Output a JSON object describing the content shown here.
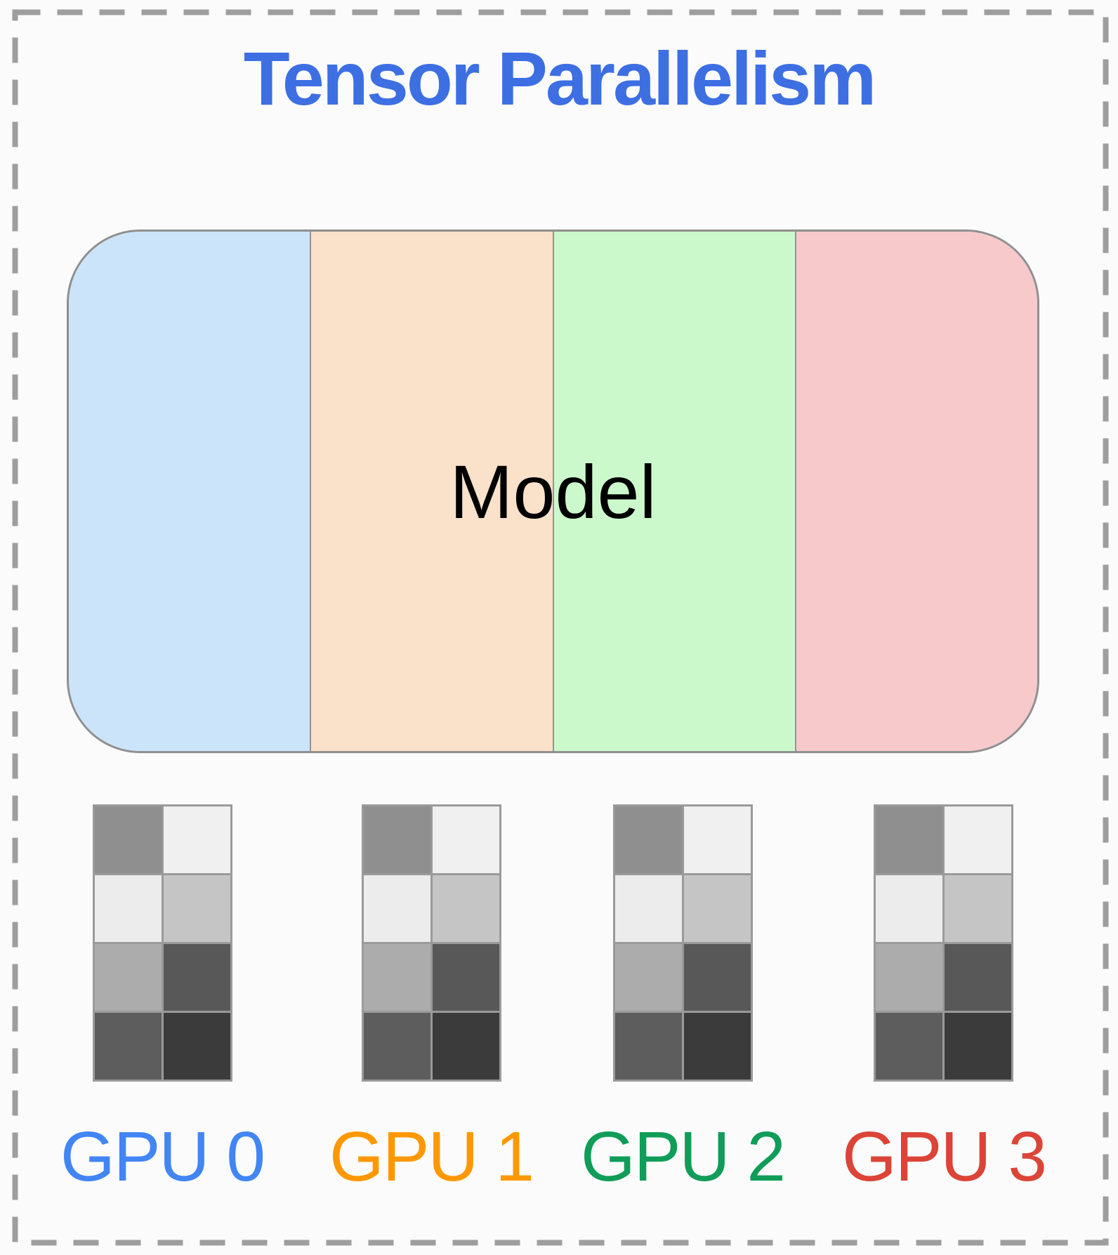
{
  "background": "#FBFBFB",
  "border": {
    "color": "#9E9E9E",
    "style": "dashed"
  },
  "title": {
    "text": "Tensor Parallelism",
    "color": "#3D6FE3"
  },
  "model": {
    "label": "Model",
    "outline_color": "#8F8F8F",
    "divider_color": "#949494",
    "shards": [
      {
        "gpu": "GPU 0",
        "color": "#CCE4FA"
      },
      {
        "gpu": "GPU 1",
        "color": "#FAE1C9"
      },
      {
        "gpu": "GPU 2",
        "color": "#CCF9CB"
      },
      {
        "gpu": "GPU 3",
        "color": "#F8C9CB"
      }
    ]
  },
  "weight_grid": {
    "rows": 4,
    "cols": 2,
    "line_color": "#9A9A9A",
    "cell_colors": [
      [
        "#8F8F8F",
        "#F0F0F0"
      ],
      [
        "#ECECEC",
        "#C5C5C5"
      ],
      [
        "#ACACAC",
        "#585858"
      ],
      [
        "#5D5D5D",
        "#3B3B3B"
      ]
    ]
  },
  "gpus": [
    {
      "label": "GPU 0",
      "color": "#4285F4"
    },
    {
      "label": "GPU 1",
      "color": "#FF9800"
    },
    {
      "label": "GPU 2",
      "color": "#0F9D58"
    },
    {
      "label": "GPU 3",
      "color": "#DB4437"
    }
  ]
}
